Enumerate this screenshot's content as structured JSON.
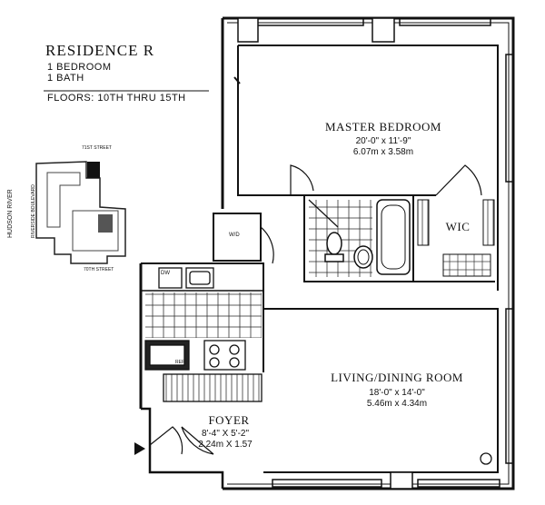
{
  "header": {
    "title": "RESIDENCE R",
    "bedrooms": "1 BEDROOM",
    "baths": "1 BATH",
    "floors": "FLOORS: 10TH THRU 15TH"
  },
  "keyplan": {
    "street_top": "71ST STREET",
    "street_bottom": "70TH STREET",
    "river": "HUDSON RIVER",
    "boulevard": "RIVERSIDE BOULEVARD"
  },
  "rooms": {
    "master_bedroom": {
      "label": "MASTER BEDROOM",
      "dim_ft": "20'-0\" x 11'-9\"",
      "dim_m": "6.07m x 3.58m"
    },
    "wic": {
      "label": "WIC"
    },
    "living_dining": {
      "label": "LIVING/DINING ROOM",
      "dim_ft": "18'-0\" x 14'-0\"",
      "dim_m": "5.46m x 4.34m"
    },
    "foyer": {
      "label": "FOYER",
      "dim_ft": "8'-4\" X 5'-2\"",
      "dim_m": "2.24m X 1.57"
    }
  },
  "fixtures": {
    "washer_dryer": "W/D",
    "dishwasher": "DW",
    "refrigerator": "REF"
  },
  "colors": {
    "wall": "#111111",
    "background": "#ffffff"
  }
}
